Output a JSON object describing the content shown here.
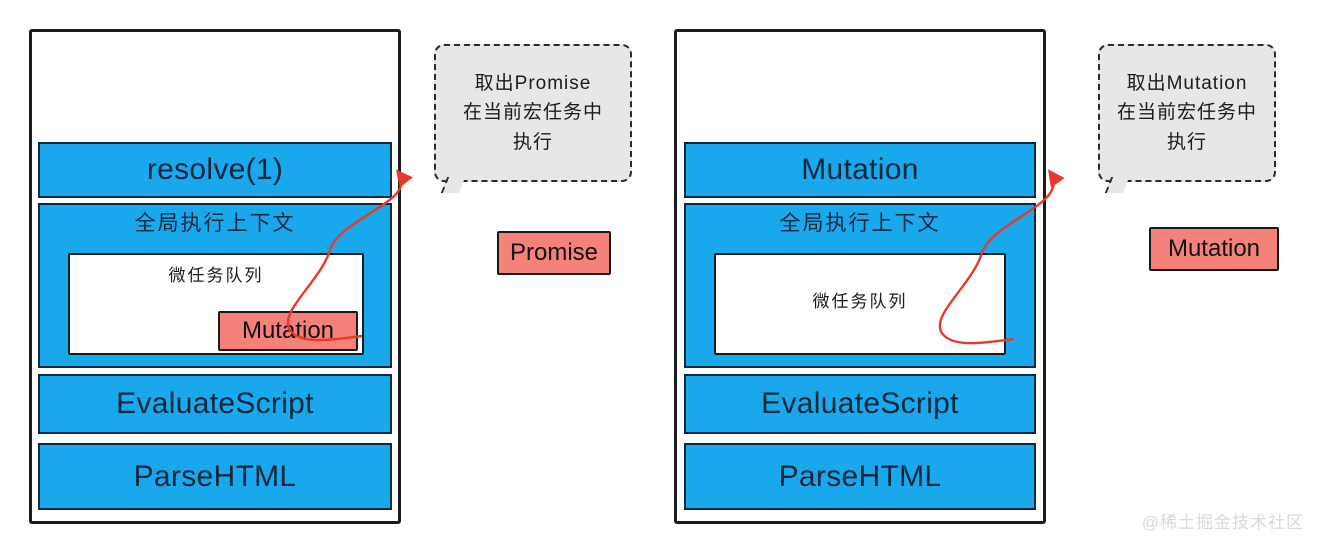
{
  "diagram": {
    "title": "Event loop microtask diagram",
    "colors": {
      "task_bar_blue": "#19A8EC",
      "chip_red": "#F4827B",
      "callout_gray": "#e7e7e7",
      "arrow_red": "#E8392F",
      "outline_black": "#1b1b1b"
    },
    "watermark": "@稀土掘金技术社区"
  },
  "left_panel": {
    "name": "call-stack-before",
    "bars": [
      {
        "id": "resolve",
        "label": "resolve(1)",
        "type": "latin"
      },
      {
        "id": "gec",
        "label": "全局执行上下文",
        "type": "cjk"
      },
      {
        "id": "evaluate",
        "label": "EvaluateScript",
        "type": "latin"
      },
      {
        "id": "parsehtml",
        "label": "ParseHTML",
        "type": "latin"
      }
    ],
    "queue": {
      "label": "微任务队列",
      "items": [
        {
          "label": "Mutation"
        }
      ]
    },
    "callout": {
      "lines": [
        "取出Promise",
        "在当前宏任务中",
        "执行"
      ]
    },
    "chip": {
      "label": "Promise"
    }
  },
  "right_panel": {
    "name": "call-stack-after",
    "bars": [
      {
        "id": "mutation",
        "label": "Mutation",
        "type": "latin"
      },
      {
        "id": "gec",
        "label": "全局执行上下文",
        "type": "cjk"
      },
      {
        "id": "evaluate",
        "label": "EvaluateScript",
        "type": "latin"
      },
      {
        "id": "parsehtml",
        "label": "ParseHTML",
        "type": "latin"
      }
    ],
    "queue": {
      "label": "微任务队列",
      "items": []
    },
    "callout": {
      "lines": [
        "取出Mutation",
        "在当前宏任务中",
        "执行"
      ]
    },
    "chip": {
      "label": "Mutation"
    }
  }
}
